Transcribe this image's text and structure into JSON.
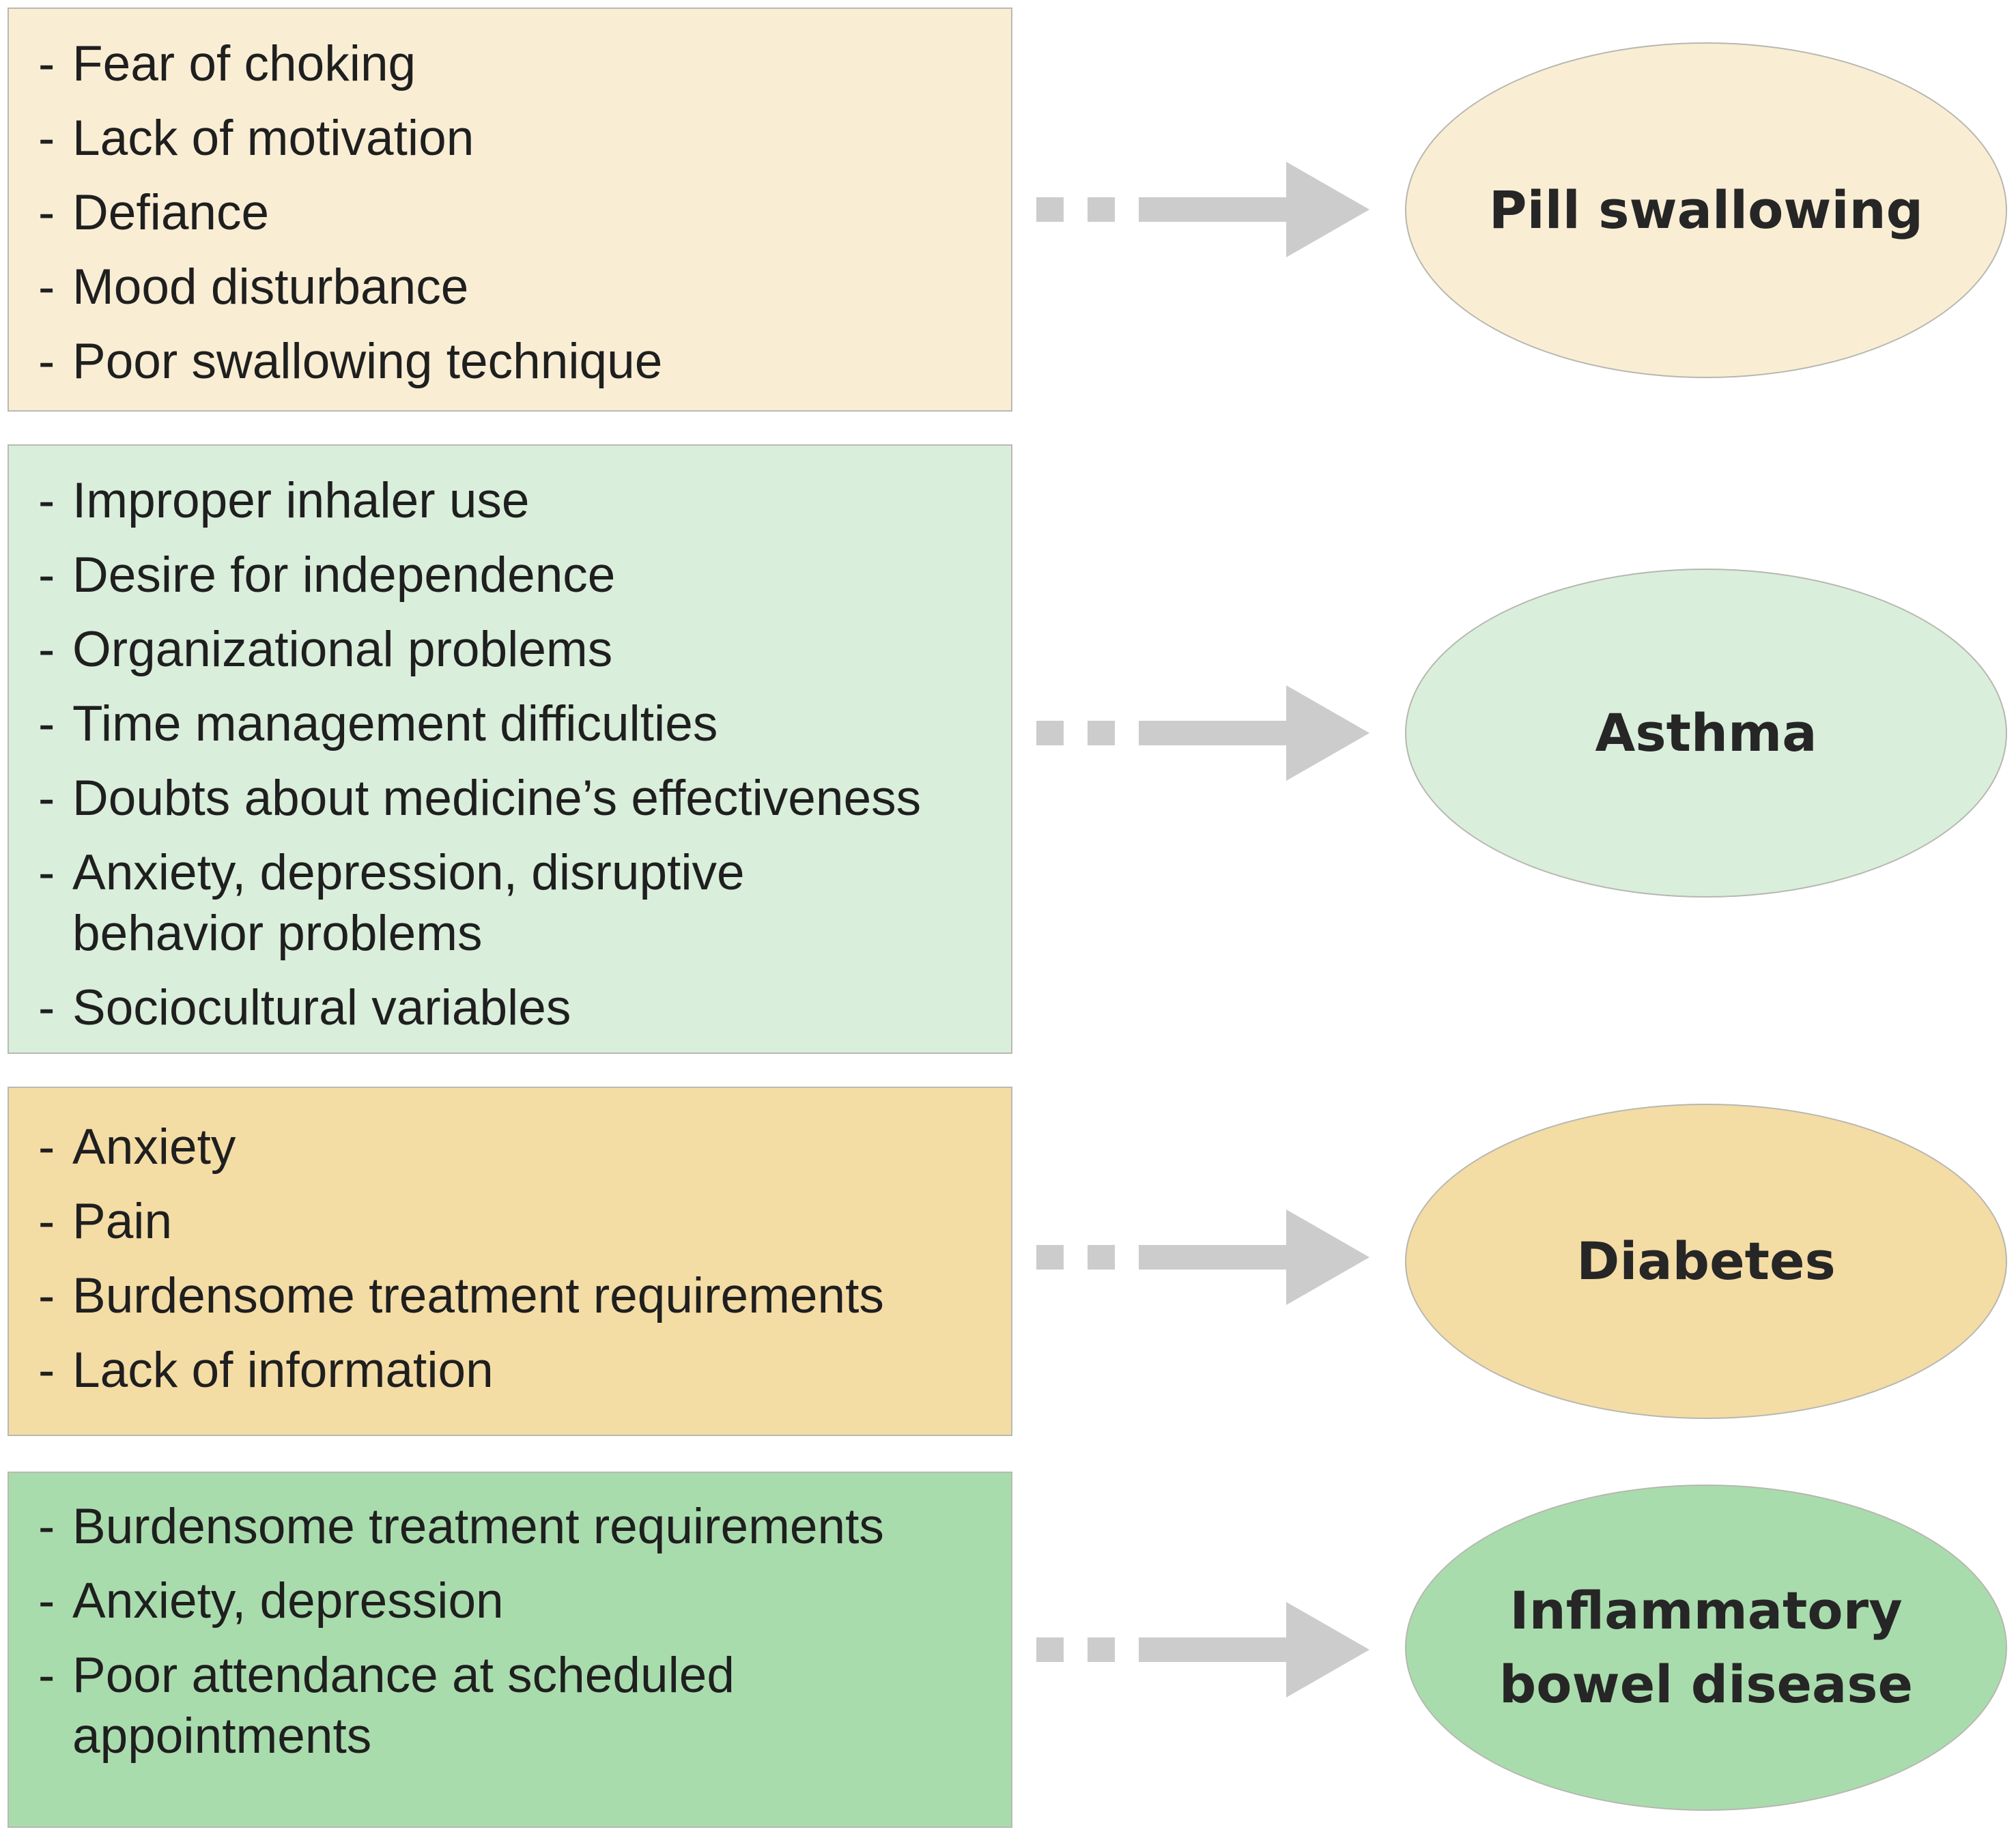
{
  "colors": {
    "pill_fill": "#f9eed4",
    "asthma_fill": "#d9eedb",
    "diabetes_fill": "#f4dca5",
    "ibd_fill": "#a9dcad",
    "arrow": "#cccccc",
    "text": "#1f1f1f"
  },
  "rows": [
    {
      "condition": "Pill swallowing",
      "factors": [
        "Fear of choking",
        "Lack of motivation",
        "Defiance",
        "Mood disturbance",
        "Poor swallowing technique"
      ]
    },
    {
      "condition": "Asthma",
      "factors": [
        "Improper inhaler use",
        "Desire for independence",
        "Organizational problems",
        "Time management difficulties",
        "Doubts about medicine’s effectiveness",
        "Anxiety, depression, disruptive\nbehavior problems",
        "Sociocultural variables"
      ]
    },
    {
      "condition": "Diabetes",
      "factors": [
        "Anxiety",
        "Pain",
        "Burdensome treatment requirements",
        "Lack of information"
      ]
    },
    {
      "condition": "Inflammatory\nbowel disease",
      "factors": [
        "Burdensome treatment requirements",
        "Anxiety, depression",
        "Poor attendance at scheduled\nappointments"
      ]
    }
  ]
}
